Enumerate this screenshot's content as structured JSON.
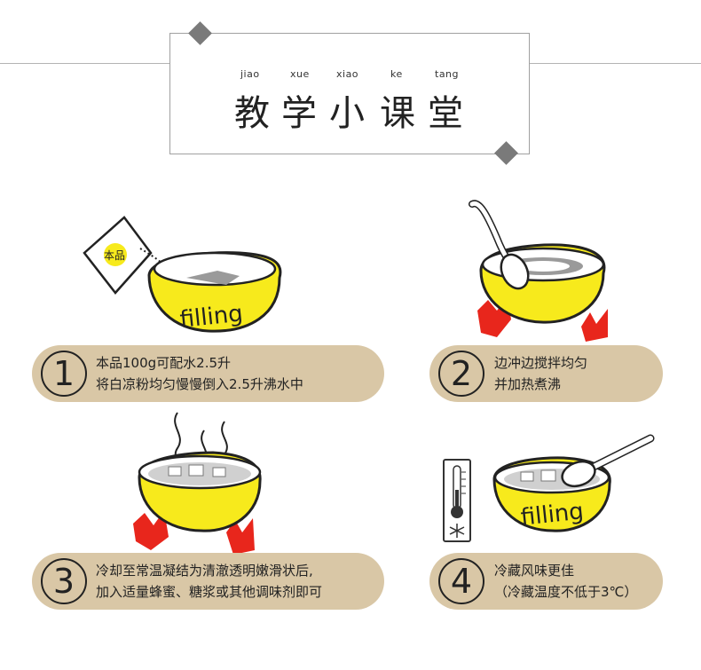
{
  "header": {
    "pinyin": [
      "jiao",
      "xue",
      "xiao",
      "ke",
      "tang"
    ],
    "title_chars": [
      "教",
      "学",
      "小",
      "课",
      "堂"
    ]
  },
  "steps": [
    {
      "number": "1",
      "lines": [
        "本品100g可配水2.5升",
        "将白凉粉均匀慢慢倒入2.5升沸水中"
      ]
    },
    {
      "number": "2",
      "lines": [
        "边冲边搅拌均匀",
        "并加热煮沸"
      ]
    },
    {
      "number": "3",
      "lines": [
        "冷却至常温凝结为清澈透明嫩滑状后,",
        "加入适量蜂蜜、糖浆或其他调味剂即可"
      ]
    },
    {
      "number": "4",
      "lines": [
        "冷藏风味更佳",
        "（冷藏温度不低于3℃）"
      ]
    }
  ],
  "illustrations": {
    "bowl_text": "filling",
    "package_text": "本品",
    "colors": {
      "bowl": "#f7ea1c",
      "flame": "#e8261c",
      "pill": "#d9c7a6",
      "outline": "#222222"
    }
  }
}
